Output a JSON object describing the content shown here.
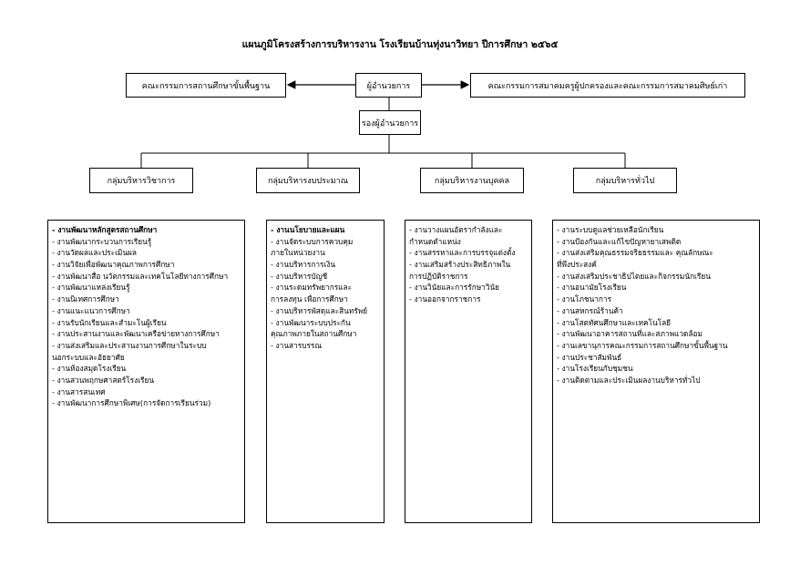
{
  "title": "แผนภูมิโครงสร้างการบริหารงาน  โรงเรียนบ้านทุ่งนาวิทยา  ปีการศึกษา ๒๕๖๕",
  "director": "ผู้อำนวยการ",
  "school_board": "คณะกรรมการสถานศึกษาขั้นพื้นฐาน",
  "parents_alumni": "คณะกรรมการสมาคมครูผู้ปกครองและคณะกรรมการสมาคมศิษย์เก่า",
  "deputy": "รองผู้อำนวยการ",
  "groups": [
    {
      "name": "กลุ่มบริหารวิชาการ",
      "items": [
        "-  งานพัฒนาหลักสูตรสถานศึกษา",
        "-  งานพัฒนากระบวนการเรียนรู้",
        "-  งานวัดผลและประเมินผล",
        "-  งานวิจัยเพื่อพัฒนาคุณภาพการศึกษา",
        "-  งานพัฒนาสื่อ นวัตกรรมและเทคโนโลยีทางการศึกษา",
        "-  งานพัฒนาแหล่งเรียนรู้",
        "-  งานนิเทศการศึกษา",
        "-  งานแนะแนวการศึกษา",
        "-  งานรับนักเรียนและสำมะโนผู้เรียน",
        "-  งานประสานงานและพัฒนาเครือข่ายทางการศึกษา",
        "-  งานส่งเสริมและประสานงานการศึกษาในระบบ",
        "นอกระบบและอัธยาศัย",
        "-  งานห้องสมุดโรงเรียน",
        "-  งานสวนพฤกษศาสตร์โรงเรียน",
        "-  งานสารสนเทศ",
        "-  งานพัฒนาการศึกษาพิเศษ(การจัดการเรียนร่วม)"
      ]
    },
    {
      "name": "กลุ่มบริหารงบประมาณ",
      "items": [
        "-  งานนโยบายและแผน",
        "-  งานจัดระบบการควบคุม",
        "   ภายในหน่วยงาน",
        "-  งานบริหารการเงิน",
        "-  งานบริหารบัญชี",
        "-  งานระดมทรัพยากรและ",
        "   การลงทุน  เพื่อการศึกษา",
        "-  งานบริหารพัสดุและสินทรัพย์",
        "-  งานพัฒนาระบบประกัน",
        "คุณภาพภายในสถานศึกษา",
        "-  งานสารบรรณ"
      ]
    },
    {
      "name": "กลุ่มบริหารงานบุคคล",
      "items": [
        "-  งานวางแผนอัตรากำลังและ",
        "   กำหนดตำแหน่ง",
        "-  งานสรรหาและการบรรจุแต่งตั้ง",
        "-  งานเสริมสร้างประสิทธิภาพใน",
        "   การปฏิบัติราชการ",
        "-  งานวินัยและการรักษาวินัย",
        "-  งานออกจากราชการ"
      ]
    },
    {
      "name": "กลุ่มบริหารทั่วไป",
      "items": [
        "-  งานระบบดูแลช่วยเหลือนักเรียน",
        "-  งานป้องกันและแก้ไขปัญหายาเสพติด",
        "-  งานส่งเสริมคุณธรรมจริยธรรมและ คุณลักษณะ",
        "   ที่พึงประสงค์",
        "-  งานส่งเสริมประชาธิปไตยและกิจกรรมนักเรียน",
        "-  งานอนามัยโรงเรียน",
        "-  งานโภชนาการ",
        "-  งานสหกรณ์ร้านค้า",
        "-  งานโสตทัศนศึกษาและเทคโนโลยี",
        "-  งานพัฒนาอาคารสถานที่และสภาพแวดล้อม",
        "-  งานเลขานุการคณะกรรมการสถานศึกษาขั้นพื้นฐาน",
        "-  งานประชาสัมพันธ์",
        "-  งานโรงเรียนกับชุมชน",
        "-  งานติดตามและประเมินผลงานบริหารทั่วไป"
      ]
    }
  ]
}
